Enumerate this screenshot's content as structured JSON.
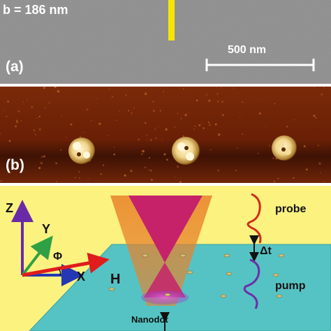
{
  "panel_a": {
    "label": "(a)",
    "spacing_text": "b = 186 nm",
    "scale_bar_text": "500 nm",
    "colors": {
      "background": "#8f8f8f",
      "marker": "#f5e600"
    }
  },
  "panel_b": {
    "label": "(b)",
    "colors": {
      "background": "#6e2206",
      "dot": "#f7e2a4"
    }
  },
  "panel_c": {
    "axis_z": "Z",
    "axis_y": "Y",
    "axis_x": "X",
    "angle": "Φ",
    "field": "H",
    "probe": "probe",
    "pump": "pump",
    "delay": "Δt",
    "nanodot": "Nanodot",
    "colors": {
      "background": "#fbf280",
      "substrate": "#55c3c3",
      "beam": "#c5226a",
      "probe_pulse": "#d42a1a",
      "pump_pulse": "#6d2fa8",
      "field_arrow": "#e01c1c",
      "x_axis": "#2437b4",
      "y_axis": "#2fa043",
      "z_axis": "#6a2aa8"
    }
  }
}
